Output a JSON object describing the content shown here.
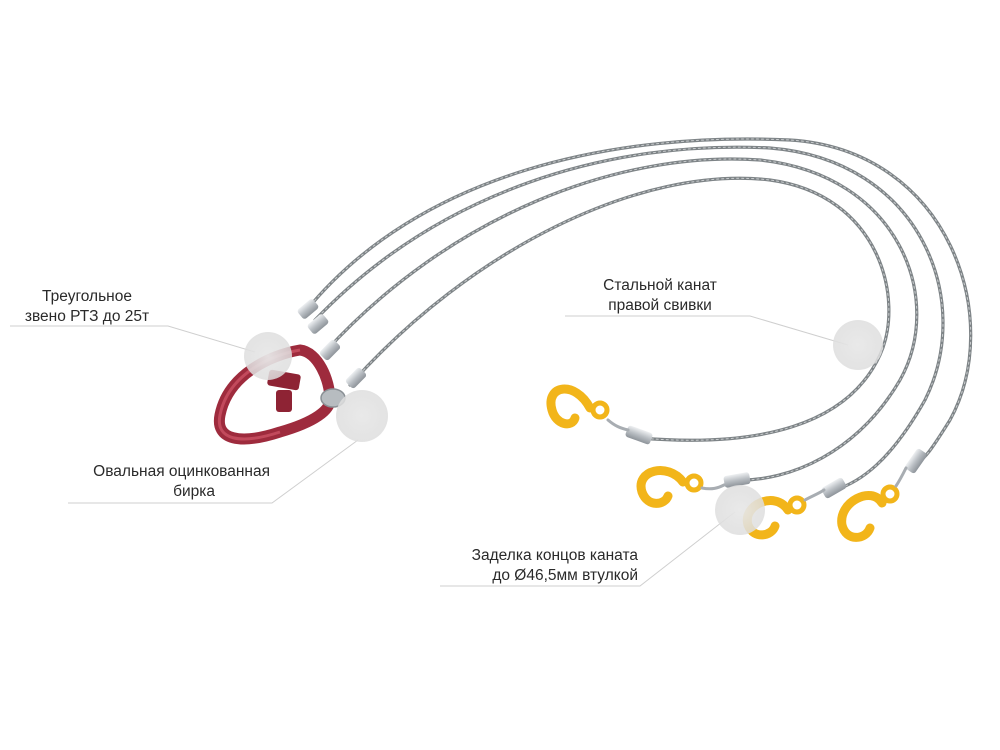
{
  "callouts": {
    "link": {
      "line1": "Треугольное",
      "line2": "звено РТЗ до 25т"
    },
    "tag": {
      "line1": "Овальная оцинкованная",
      "line2": "бирка"
    },
    "rope": {
      "line1": "Стальной канат",
      "line2": "правой свивки"
    },
    "ferrule": {
      "line1": "Заделка концов каната",
      "line2": "до Ø46,5мм втулкой"
    }
  },
  "colors": {
    "rope": "#8d9295",
    "rope_highlight": "#c9ccce",
    "master_link": "#9e2b3d",
    "hook": "#f2b51a",
    "ferrule": "#c8ccd0",
    "marker": "#e4e4e4",
    "leader_line": "#cccccc"
  }
}
